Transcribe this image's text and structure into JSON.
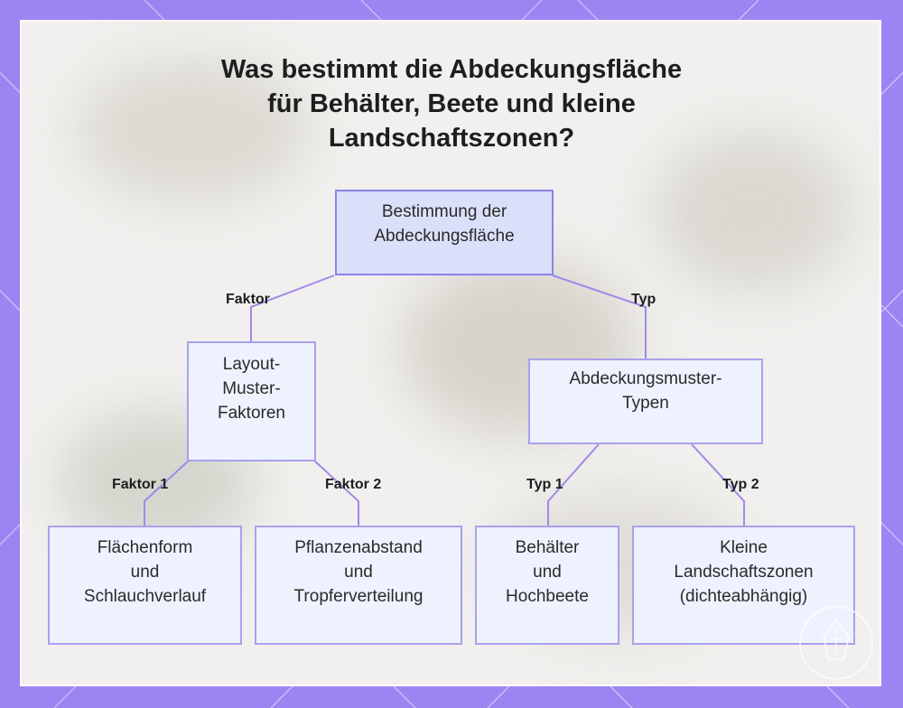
{
  "title": "Was bestimmt die Abdeckungsfläche\nfür Behälter, Beete und kleine\nLandschaftszonen?",
  "nodes": {
    "root": "Bestimmung der\nAbdeckungsfläche",
    "layout": "Layout-\nMuster-\nFaktoren",
    "types": "Abdeckungsmuster-\nTypen",
    "shape": "Flächenform\nund\nSchlauchverlauf",
    "spacing": "Pflanzenabstand\nund\nTropferverteilung",
    "containers": "Behälter\nund\nHochbeete",
    "small_zones": "Kleine\nLandschaftszonen\n(dichteabhängig)"
  },
  "edges": {
    "factor": "Faktor",
    "type": "Typ",
    "factor1": "Faktor 1",
    "factor2": "Faktor 2",
    "type1": "Typ 1",
    "type2": "Typ 2"
  },
  "colors": {
    "background": "#9d84f3",
    "panel": "#f1f0ee",
    "box_fill": "#eef2fe",
    "root_fill": "#dbe0fa",
    "connector": "#a08ae8"
  }
}
